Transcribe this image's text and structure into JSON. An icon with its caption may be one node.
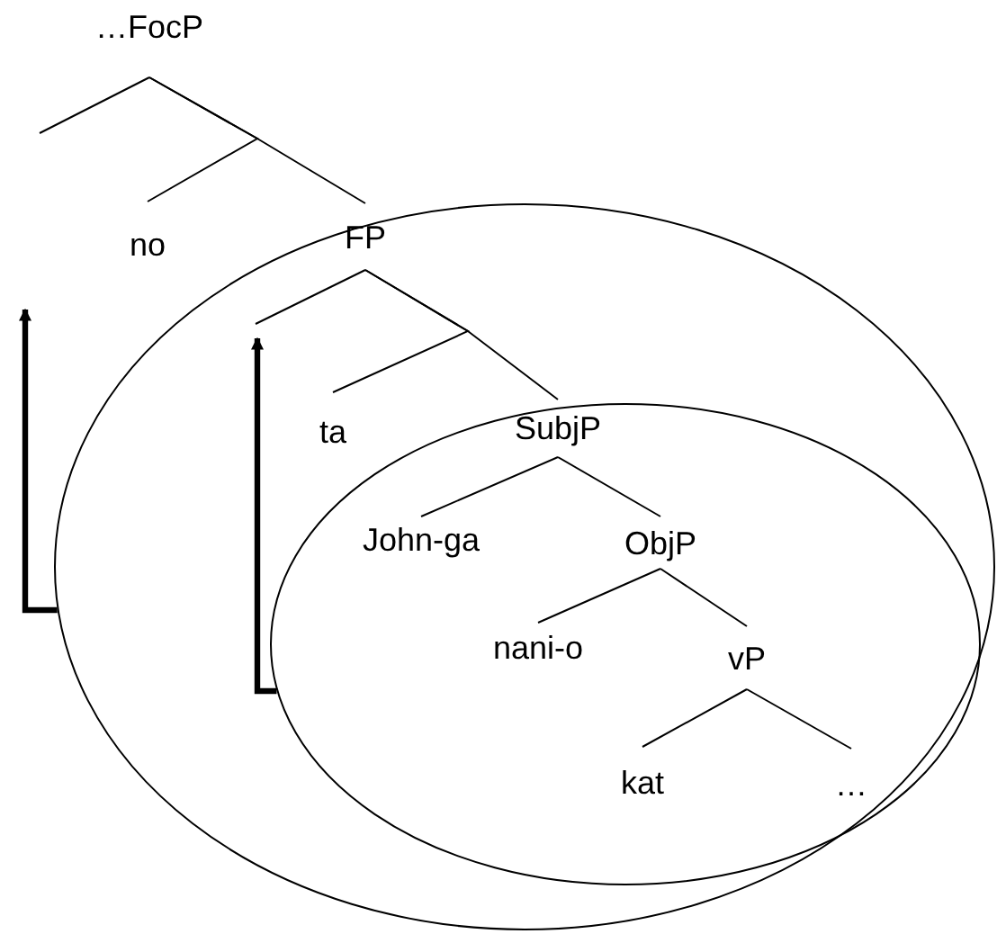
{
  "diagram": {
    "nodes": [
      {
        "text": [
          "…FocP"
        ]
      },
      {
        "text": [
          "no"
        ]
      },
      {
        "text": [],
        "shape": "ellipse"
      },
      {
        "text": [
          "FP"
        ],
        "in": 2
      },
      {
        "text": [
          "ta"
        ],
        "in": 2
      },
      {
        "text": [],
        "shape": "ellipse",
        "in": 2
      },
      {
        "text": [
          "SubjP"
        ],
        "in": 5
      },
      {
        "text": [
          "John-ga"
        ],
        "in": 5
      },
      {
        "text": [
          "ObjP"
        ],
        "in": 5
      },
      {
        "text": [
          "nani-o"
        ],
        "in": 5
      },
      {
        "text": [
          "vP"
        ],
        "in": 5
      },
      {
        "text": [
          "kat"
        ],
        "in": 5
      },
      {
        "text": [
          "…"
        ],
        "in": 5
      }
    ],
    "edges": [
      {
        "from": 0,
        "to": 1,
        "arrow": "none"
      },
      {
        "from": 0,
        "to": 3,
        "arrow": "none"
      },
      {
        "from": 3,
        "to": 4,
        "arrow": "none"
      },
      {
        "from": 3,
        "to": 6,
        "arrow": "none"
      },
      {
        "from": 6,
        "to": 7,
        "arrow": "none"
      },
      {
        "from": 6,
        "to": 8,
        "arrow": "none"
      },
      {
        "from": 8,
        "to": 9,
        "arrow": "none"
      },
      {
        "from": 8,
        "to": 10,
        "arrow": "none"
      },
      {
        "from": 10,
        "to": 11,
        "arrow": "none"
      },
      {
        "from": 10,
        "to": 12,
        "arrow": "none"
      },
      {
        "from": 2,
        "to": null,
        "arrow": "to",
        "style": "thick"
      },
      {
        "from": 5,
        "to": null,
        "arrow": "to",
        "style": "thick"
      }
    ]
  }
}
